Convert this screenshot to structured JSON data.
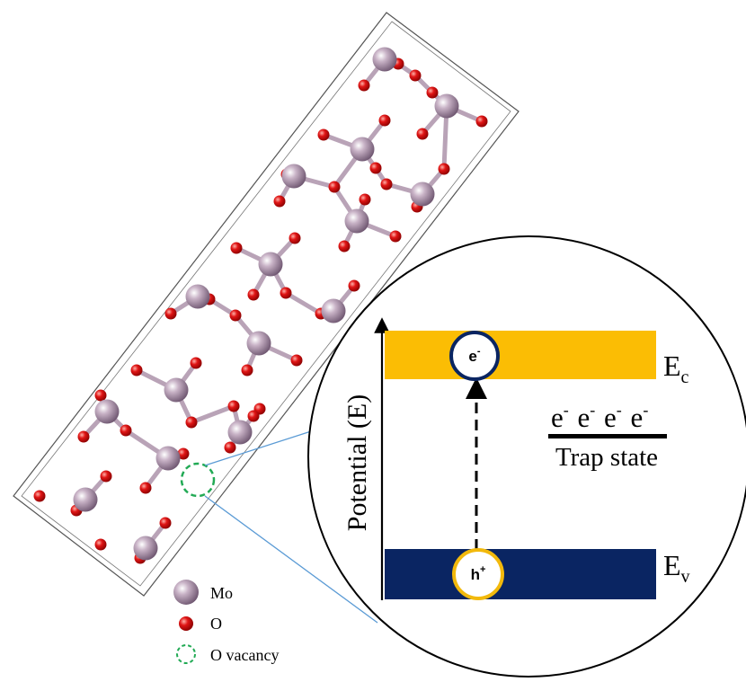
{
  "legend": {
    "mo_label": "Mo",
    "o_label": "O",
    "vacancy_label": "O vacancy"
  },
  "diagram": {
    "axis_label": "Potential (E)",
    "conduction_band_label": "E",
    "conduction_band_sub": "c",
    "valence_band_label": "E",
    "valence_band_sub": "v",
    "electron_label": "e",
    "electron_sup": "-",
    "hole_label": "h",
    "hole_sup": "+",
    "trap_electron_base": "e",
    "trap_electron_sup": "-",
    "trap_state_label": "Trap state"
  },
  "colors": {
    "mo_atom": "#a58aa3",
    "o_atom": "#e01515",
    "bond": "#b9a3b7",
    "vacancy_ring": "#22aa55",
    "conduction_band": "#fbbd04",
    "valence_band": "#0a2562",
    "connector_line": "#5b9bd5",
    "hole_ring": "#f2b90c",
    "electron_ring": "#0a2562"
  }
}
